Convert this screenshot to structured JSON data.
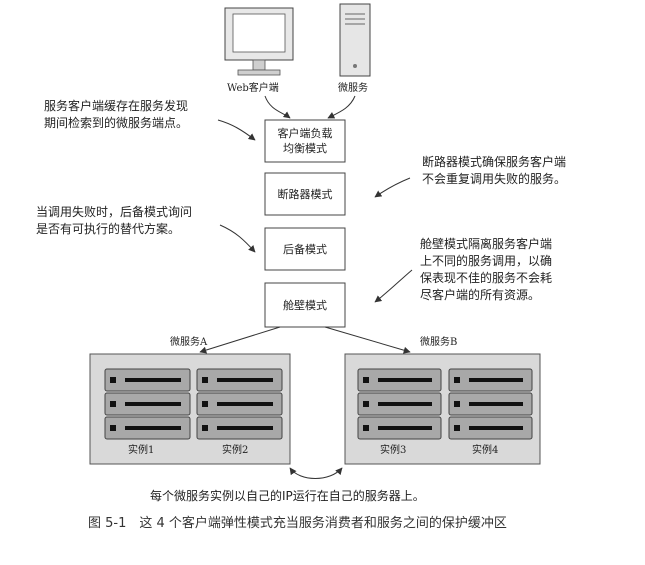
{
  "top": {
    "web_client_label": "Web客户端",
    "microservice_label": "微服务"
  },
  "patterns": {
    "client_lb": [
      "客户端负载",
      "均衡模式"
    ],
    "circuit_breaker": "断路器模式",
    "fallback": "后备模式",
    "bulkhead": "舱壁模式"
  },
  "notes": {
    "client_lb": [
      "服务客户端缓存在服务发现",
      "期间检索到的微服务端点。"
    ],
    "circuit_breaker": [
      "断路器模式确保服务客户端",
      "不会重复调用失败的服务。"
    ],
    "fallback": [
      "当调用失败时，后备模式询问",
      "是否有可执行的替代方案。"
    ],
    "bulkhead": [
      "舱壁模式隔离服务客户端",
      "上不同的服务调用，以确",
      "保表现不佳的服务不会耗",
      "尽客户端的所有资源。"
    ]
  },
  "services": {
    "a": {
      "label": "微服务A",
      "instances": [
        "实例1",
        "实例2"
      ]
    },
    "b": {
      "label": "微服务B",
      "instances": [
        "实例3",
        "实例4"
      ]
    }
  },
  "bottom_note": "每个微服务实例以自己的IP运行在自己的服务器上。",
  "caption": "图 5-1　这 4 个客户端弹性模式充当服务消费者和服务之间的保护缓冲区"
}
